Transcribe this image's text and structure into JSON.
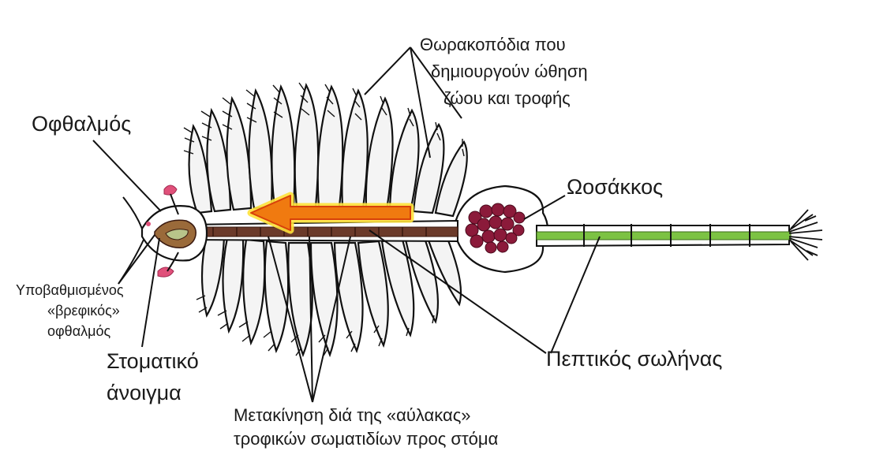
{
  "labels": {
    "eye": "Οφθαλμός",
    "thoracopods": [
      "Θωρακοπόδια που",
      "δημιουργούν ώθηση",
      "ζώου και τροφής"
    ],
    "ovisac": "Ωοσάκκος",
    "nauplius_eye": [
      "Υποβαθμισμένος",
      "«βρεφικός»",
      "οφθαλμός"
    ],
    "mouth": [
      "Στοματικό",
      "άνοιγμα"
    ],
    "digestive_tube": "Πεπτικός σωλήνας",
    "food_groove": [
      "Μετακίνηση διά της «αύλακας»",
      "τροφικών σωματιδίων προς στόμα"
    ]
  },
  "colors": {
    "ink": "#1a1a1a",
    "gut_green": "#7cc243",
    "gut_dark": "#6b3a2a",
    "eggs": "#8b1a3a",
    "arrow_fill": "#f07a10",
    "arrow_glow": "#ffe23a",
    "eye_accent": "#e0507a"
  }
}
